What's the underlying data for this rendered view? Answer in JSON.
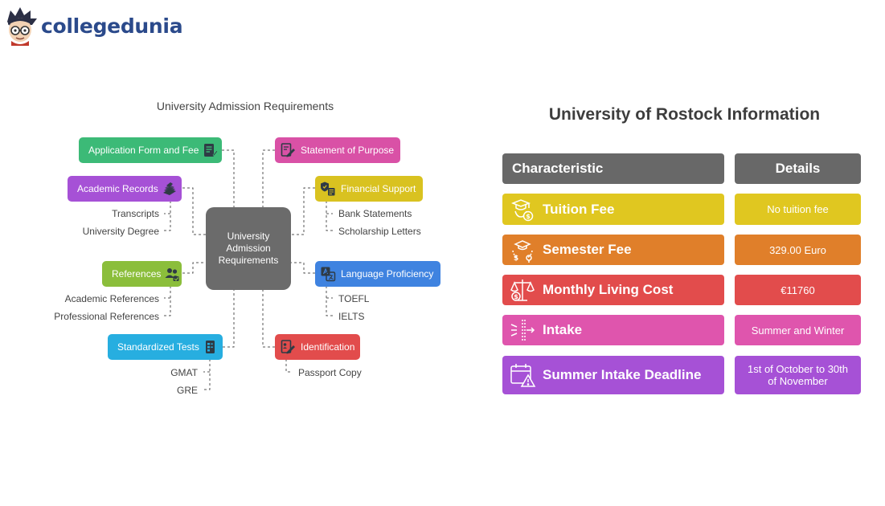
{
  "brand": {
    "name": "collegedunia"
  },
  "diagram": {
    "title": "University Admission Requirements",
    "center": "University Admission Requirements",
    "nodes": [
      {
        "key": "application",
        "label": "Application Form and Fee",
        "color": "#3cba77",
        "icon": "form-icon"
      },
      {
        "key": "academic",
        "label": "Academic Records",
        "color": "#a651d6",
        "icon": "books-icon",
        "subs": [
          "Transcripts",
          "University Degree"
        ]
      },
      {
        "key": "references",
        "label": "References",
        "color": "#8bbe3b",
        "icon": "people-icon",
        "subs": [
          "Academic References",
          "Professional References"
        ]
      },
      {
        "key": "tests",
        "label": "Standardized Tests",
        "color": "#27aee0",
        "icon": "test-sheet-icon",
        "subs": [
          "GMAT",
          "GRE"
        ]
      },
      {
        "key": "sop",
        "label": "Statement of Purpose",
        "color": "#d951a6",
        "icon": "document-pen-icon"
      },
      {
        "key": "financial",
        "label": "Financial Support",
        "color": "#d9c220",
        "icon": "money-shield-icon",
        "subs": [
          "Bank Statements",
          "Scholarship Letters"
        ]
      },
      {
        "key": "language",
        "label": "Language Proficiency",
        "color": "#3f83e0",
        "icon": "translate-icon",
        "subs": [
          "TOEFL",
          "IELTS"
        ]
      },
      {
        "key": "identification",
        "label": "Identification",
        "color": "#e24c4c",
        "icon": "id-card-icon",
        "subs": [
          "Passport Copy"
        ]
      }
    ]
  },
  "info": {
    "title": "University of Rostock Information",
    "headers": {
      "characteristic": "Characteristic",
      "details": "Details"
    },
    "rows": [
      {
        "characteristic": "Tuition Fee",
        "details": "No tuition fee",
        "color": "#e0c720",
        "icon": "graduate-coin-icon"
      },
      {
        "characteristic": "Semester Fee",
        "details": "329.00 Euro",
        "color": "#e07f2a",
        "icon": "cap-money-icon"
      },
      {
        "characteristic": "Monthly Living Cost",
        "details": "€11760",
        "color": "#e24c4c",
        "icon": "balance-money-icon"
      },
      {
        "characteristic": "Intake",
        "details": "Summer and Winter",
        "color": "#df55ad",
        "icon": "entry-arrows-icon"
      },
      {
        "characteristic": "Summer Intake Deadline",
        "details": "1st of October to 30th of November",
        "color": "#a651d6",
        "icon": "calendar-warning-icon"
      }
    ]
  }
}
